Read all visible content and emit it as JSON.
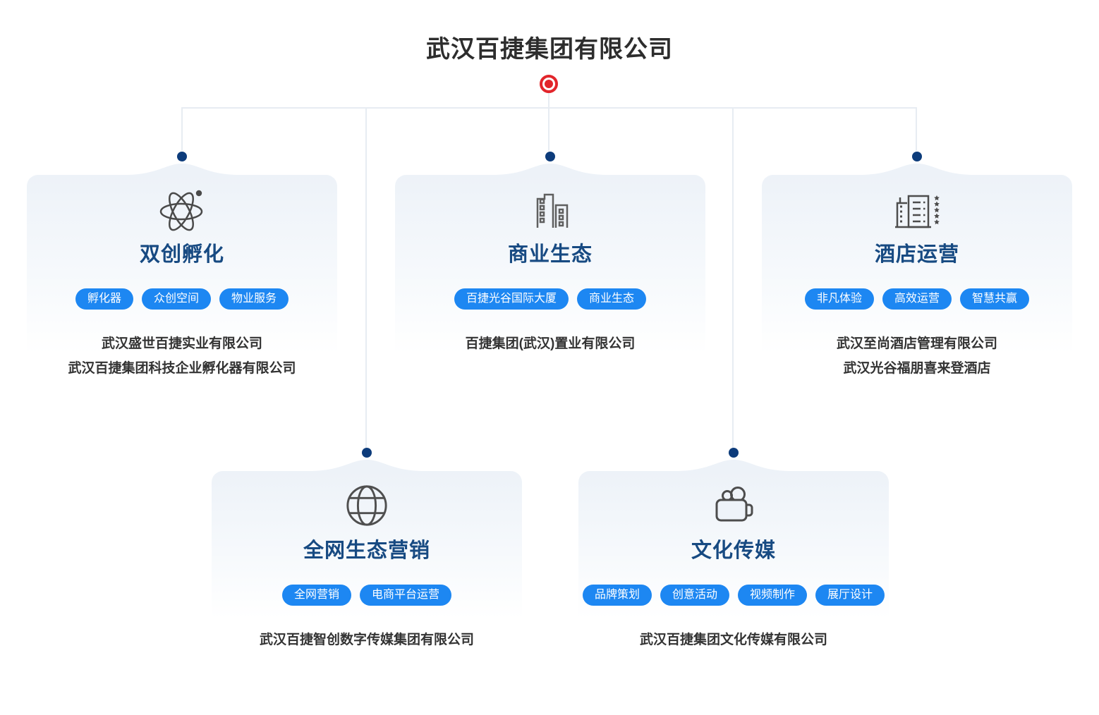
{
  "page_title": "武汉百捷集团有限公司",
  "colors": {
    "tag_blue": "#1d87f2",
    "title_navy": "#174a82",
    "node_dot_navy": "#0d3c7b",
    "root_marker_red": "#e2252b",
    "connector_line": "#e7ecf2",
    "company_text": "#333333",
    "card_top_tint": "#edf2f8"
  },
  "cards": [
    {
      "icon": "atom-icon",
      "title": "双创孵化",
      "tags": [
        "孵化器",
        "众创空间",
        "物业服务"
      ],
      "companies": [
        "武汉盛世百捷实业有限公司",
        "武汉百捷集团科技企业孵化器有限公司"
      ]
    },
    {
      "icon": "buildings-icon",
      "title": "商业生态",
      "tags": [
        "百捷光谷国际大厦",
        "商业生态"
      ],
      "companies": [
        "百捷集团(武汉)置业有限公司"
      ]
    },
    {
      "icon": "hotel-stars-icon",
      "title": "酒店运营",
      "tags": [
        "非凡体验",
        "高效运营",
        "智慧共赢"
      ],
      "companies": [
        "武汉至尚酒店管理有限公司",
        "武汉光谷福朋喜来登酒店"
      ]
    },
    {
      "icon": "globe-icon",
      "title": "全网生态营销",
      "tags": [
        "全网营销",
        "电商平台运营"
      ],
      "companies": [
        "武汉百捷智创数字传媒集团有限公司"
      ]
    },
    {
      "icon": "video-camera-icon",
      "title": "文化传媒",
      "tags": [
        "品牌策划",
        "创意活动",
        "视频制作",
        "展厅设计"
      ],
      "companies": [
        "武汉百捷集团文化传媒有限公司"
      ]
    }
  ]
}
